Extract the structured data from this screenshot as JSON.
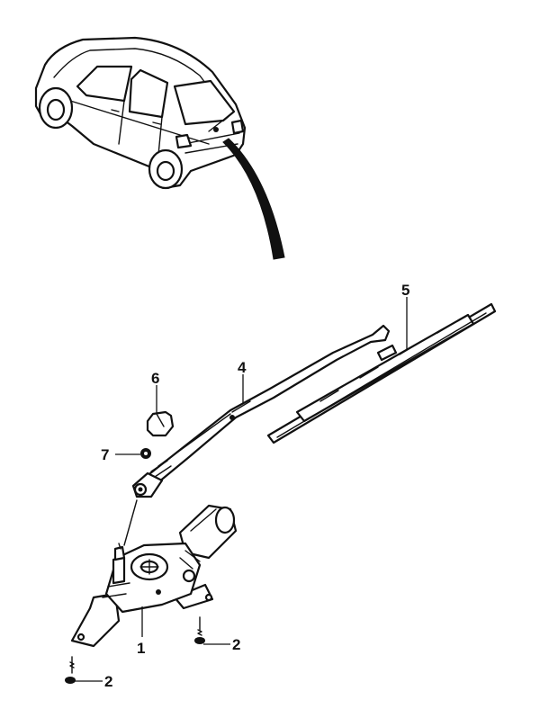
{
  "callouts": {
    "motor": "1",
    "screw_right": "2",
    "screw_left": "2",
    "wiper_arm": "4",
    "wiper_blade": "5",
    "nut_cap": "6",
    "nut": "7"
  }
}
